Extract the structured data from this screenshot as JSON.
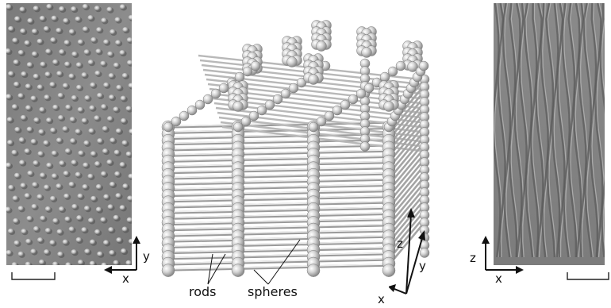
{
  "figure": {
    "left_micrograph": {
      "axis_labels": {
        "x": "x",
        "y": "y"
      }
    },
    "model": {
      "labels": {
        "rods": "rods",
        "spheres": "spheres"
      },
      "axis_labels": {
        "x": "x",
        "y": "y",
        "z": "z"
      }
    },
    "right_micrograph": {
      "axis_labels": {
        "x": "x",
        "z": "z"
      }
    }
  }
}
